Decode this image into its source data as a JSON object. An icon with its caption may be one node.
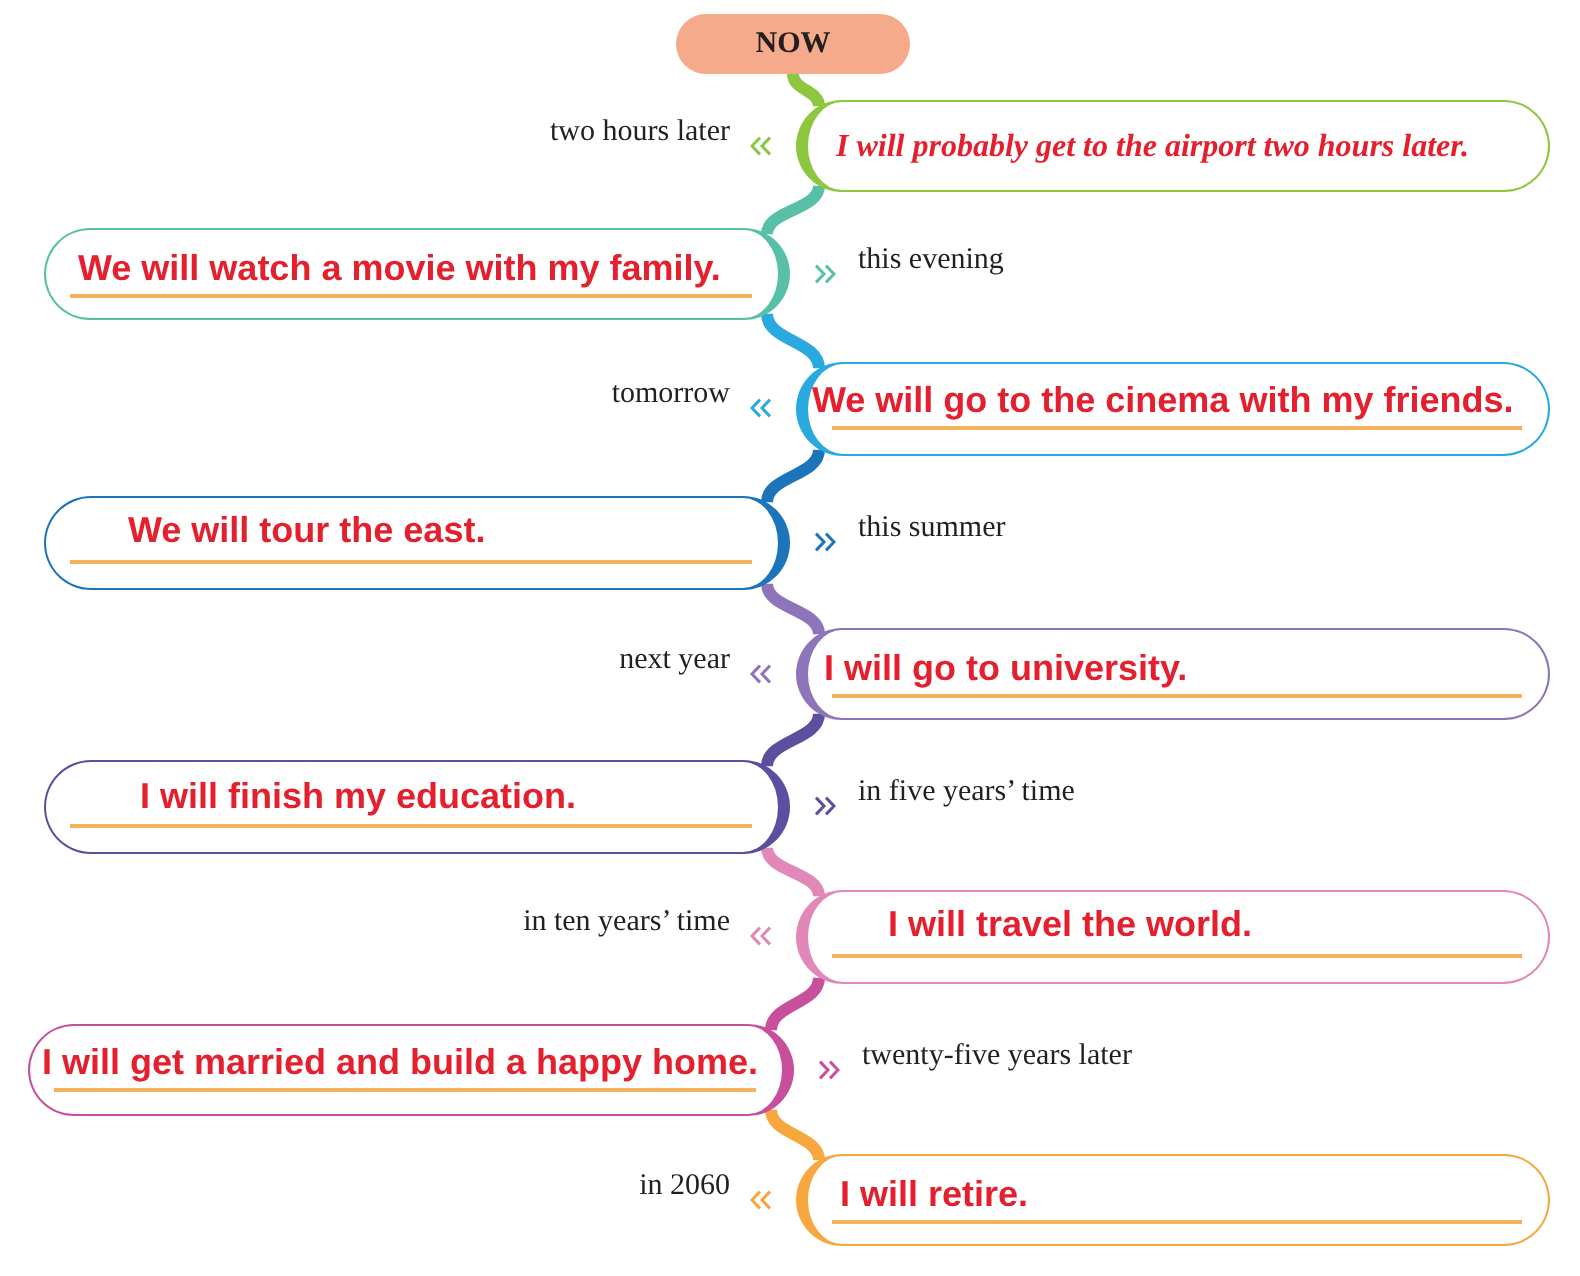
{
  "diagram": {
    "nodes": [
      {
        "text": [
          "NOW"
        ]
      },
      {
        "text": [
          "I will probably get to the airport two hours later."
        ],
        "beside": [
          "two hours later"
        ]
      },
      {
        "text": [
          "We will watch a movie with my family."
        ],
        "beside": [
          "this evening"
        ]
      },
      {
        "text": [
          "We will go to the cinema with my friends."
        ],
        "beside": [
          "tomorrow"
        ]
      },
      {
        "text": [
          "We will tour the east."
        ],
        "beside": [
          "this summer"
        ]
      },
      {
        "text": [
          "I will go to university."
        ],
        "beside": [
          "next year"
        ]
      },
      {
        "text": [
          "I will finish my education."
        ],
        "beside": [
          "in five years’ time"
        ]
      },
      {
        "text": [
          "I will travel the world."
        ],
        "beside": [
          "in ten years’ time"
        ]
      },
      {
        "text": [
          "I will get married and build a happy home."
        ],
        "beside": [
          "twenty-five years later"
        ]
      },
      {
        "text": [
          "I will retire."
        ],
        "beside": [
          "in 2060"
        ]
      }
    ],
    "edges": [
      {
        "from": 0,
        "to": 1,
        "arrow": "none",
        "color": "#8dc63f"
      },
      {
        "from": 1,
        "to": 2,
        "arrow": "none",
        "color": "#57c0a7"
      },
      {
        "from": 2,
        "to": 3,
        "arrow": "none",
        "color": "#29a9e0"
      },
      {
        "from": 3,
        "to": 4,
        "arrow": "none",
        "color": "#1c74bb"
      },
      {
        "from": 4,
        "to": 5,
        "arrow": "none",
        "color": "#8e74b8"
      },
      {
        "from": 5,
        "to": 6,
        "arrow": "none",
        "color": "#5c4fa0"
      },
      {
        "from": 6,
        "to": 7,
        "arrow": "none",
        "color": "#e288b8"
      },
      {
        "from": 7,
        "to": 8,
        "arrow": "none",
        "color": "#c84f9c"
      },
      {
        "from": 8,
        "to": 9,
        "arrow": "none",
        "color": "#f6a83f"
      }
    ]
  }
}
